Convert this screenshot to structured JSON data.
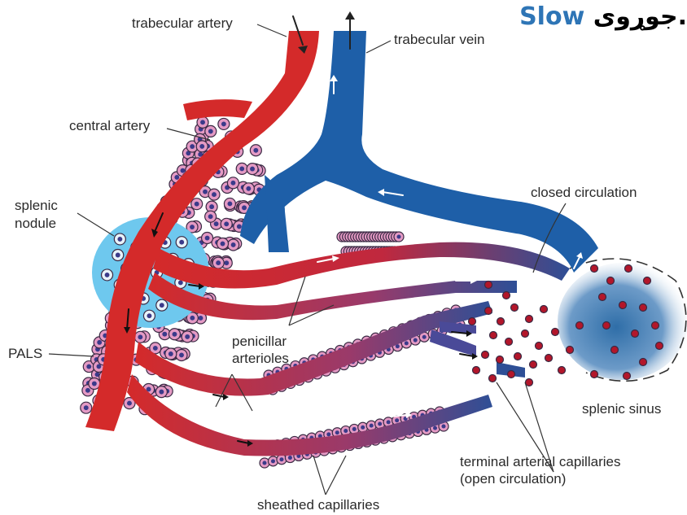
{
  "title": {
    "latin": "Slow",
    "urdu": "جوړوی.",
    "latin_color": "#2e75b6",
    "urdu_color": "#000000"
  },
  "labels": {
    "trabecular_artery": "trabecular artery",
    "trabecular_vein": "trabecular vein",
    "central_artery": "central artery",
    "splenic_nodule_1": "splenic",
    "splenic_nodule_2": "nodule",
    "closed_circulation": "closed circulation",
    "pals": "PALS",
    "penicillar_1": "penicillar",
    "penicillar_2": "arterioles",
    "splenic_sinus": "splenic sinus",
    "terminal_1": "terminal arterial capillaries",
    "terminal_2": "(open circulation)",
    "sheathed": "sheathed capillaries"
  },
  "colors": {
    "artery": "#d42a2a",
    "vein": "#1e5fa8",
    "nodule": "#6ec8ee",
    "cell": "#e49ac4",
    "rbc": "#b3162a"
  }
}
